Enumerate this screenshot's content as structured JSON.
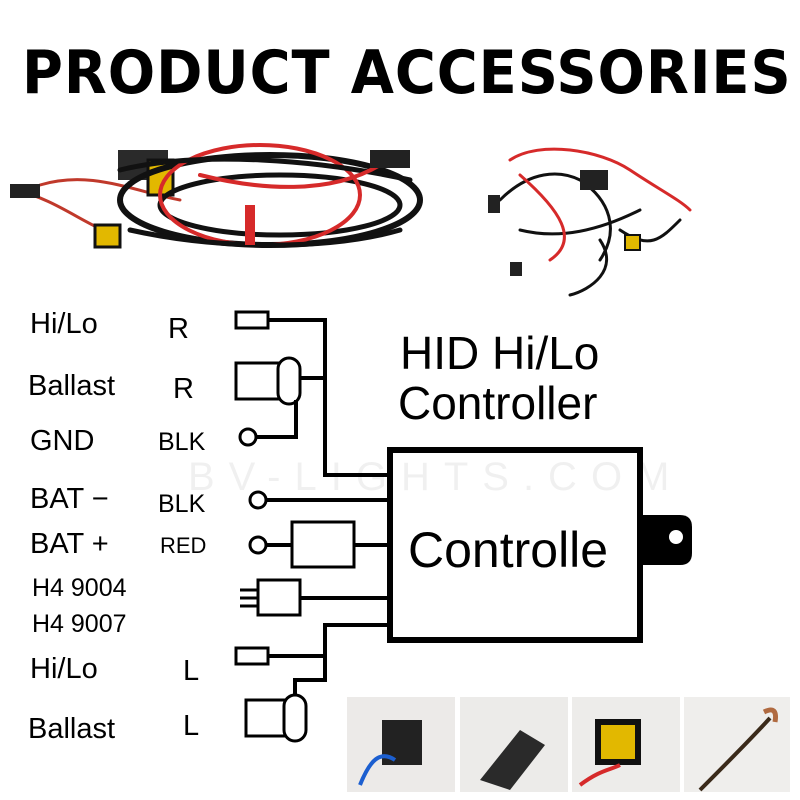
{
  "title": "PRODUCT ACCESSORIES",
  "watermark": "BV-LIGHTS.COM",
  "diagram": {
    "heading_line1": "HID Hi/Lo",
    "heading_line2": "Controller",
    "box_label": "Controlle",
    "rows": [
      {
        "name": "Hi/Lo",
        "wire": "R"
      },
      {
        "name": "Ballast",
        "wire": "R"
      },
      {
        "name": "GND",
        "wire": "BLK"
      },
      {
        "name": "BAT −",
        "wire": "BLK"
      },
      {
        "name": "BAT +",
        "wire": "RED"
      },
      {
        "name": "H4 9004",
        "name2": "H4 9007"
      },
      {
        "name": "Hi/Lo",
        "wire": "L"
      },
      {
        "name": "Ballast",
        "wire": "L"
      }
    ]
  }
}
